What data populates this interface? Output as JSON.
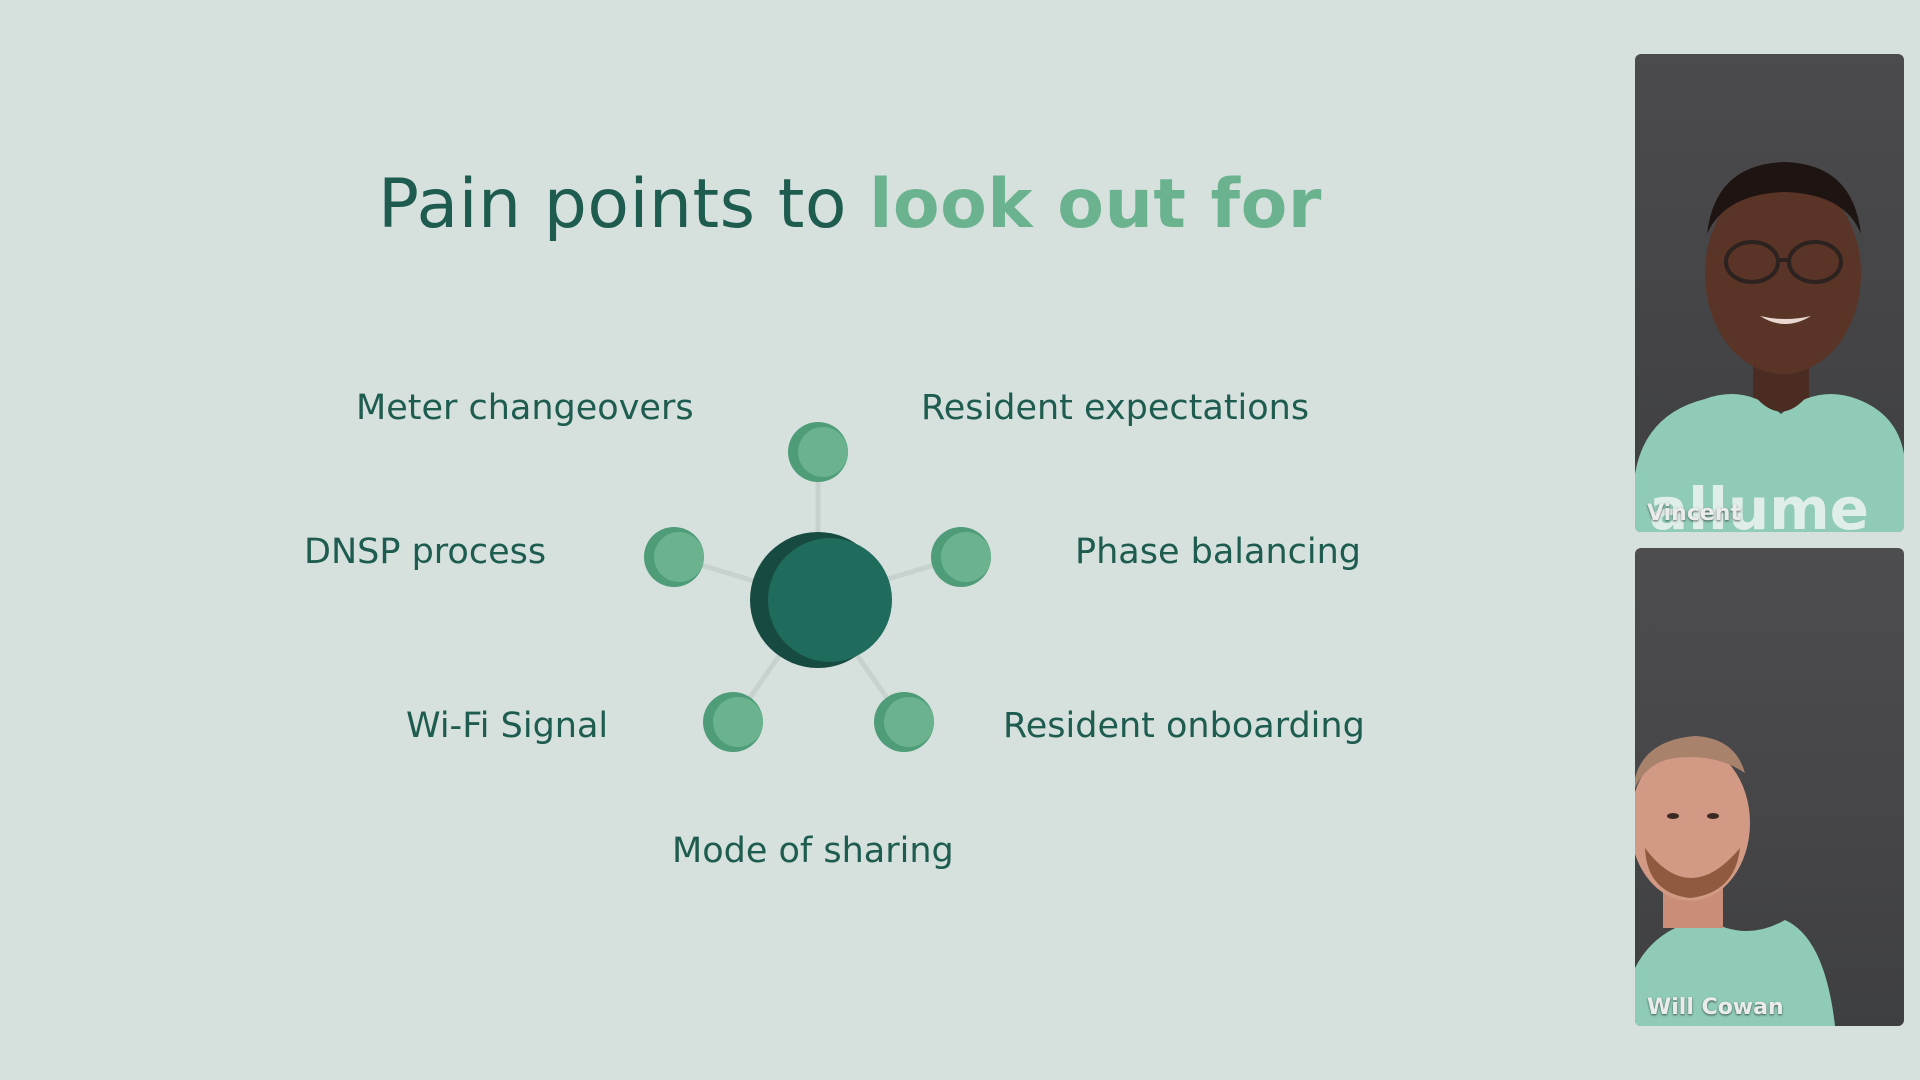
{
  "slide": {
    "title_plain": "Pain points to",
    "title_accent": "look out for",
    "pain_points": [
      "Meter changeovers",
      "Resident expectations",
      "DNSP process",
      "Phase balancing",
      "Wi-Fi Signal",
      "Resident onboarding",
      "Mode of sharing"
    ]
  },
  "participants": [
    {
      "name": "Vincent",
      "shirt_logo_text": "allume"
    },
    {
      "name": "Will Cowan"
    }
  ],
  "colors": {
    "background": "#d6e1de",
    "title_dark": "#1e5c50",
    "title_accent": "#6bb38f",
    "hub": "#1f6b5c",
    "hub_shadow": "#174a40",
    "node": "#6bb38f",
    "node_shadow": "#4f9c78",
    "spoke": "#c7d2cf",
    "shirt": "#8fcbb6"
  }
}
